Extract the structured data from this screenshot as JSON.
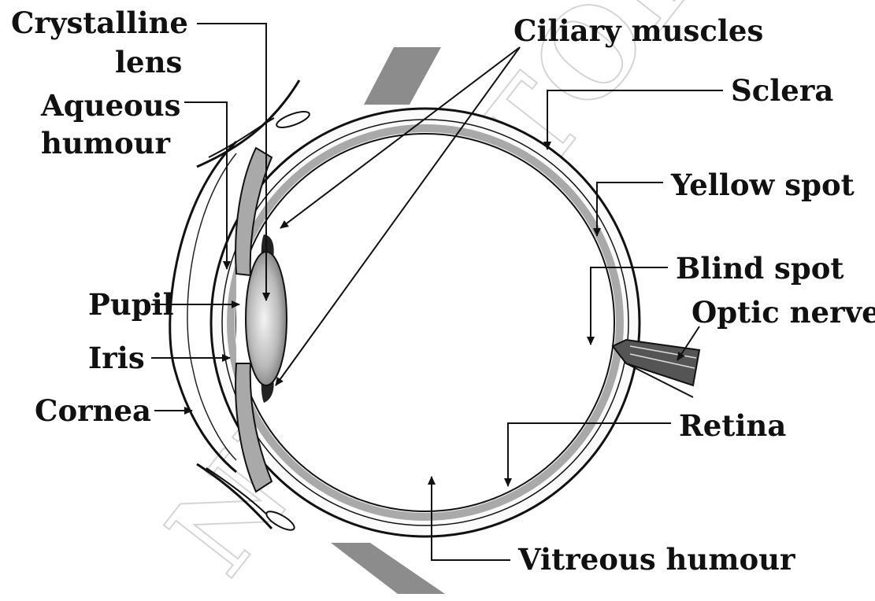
{
  "diagram": {
    "watermark": "NIL TUTORIAL",
    "labels": {
      "crystalline_lens_1": "Crystalline",
      "crystalline_lens_2": "lens",
      "aqueous_humour_1": "Aqueous",
      "aqueous_humour_2": "humour",
      "pupil": "Pupil",
      "iris": "Iris",
      "cornea": "Cornea",
      "ciliary_muscles": "Ciliary muscles",
      "sclera": "Sclera",
      "yellow_spot": "Yellow spot",
      "blind_spot": "Blind spot",
      "optic_nerve": "Optic nerve",
      "retina": "Retina",
      "vitreous_humour": "Vitreous humour"
    }
  }
}
